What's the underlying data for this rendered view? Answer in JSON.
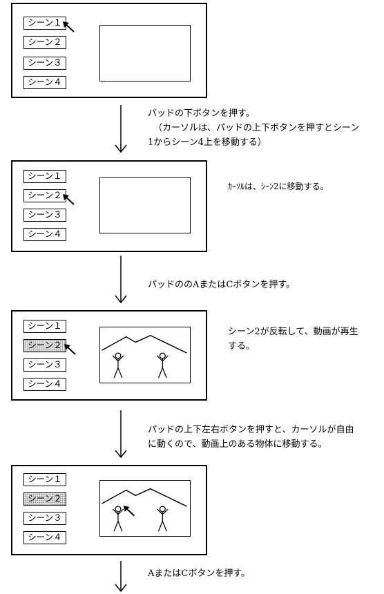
{
  "scene_buttons": [
    "シーン１",
    "シーン２",
    "シーン３",
    "シーン４"
  ],
  "steps": [
    {
      "note_lines": [
        "パッドの下ボタンを押す。",
        "（カーソルは、パッドの上下ボタンを押すとシーン",
        "1からシーン4上を移動する）"
      ]
    },
    {
      "note_lines": [
        "ｶｰｿﾙは、ｼｰﾝ2に移動する。"
      ]
    },
    {
      "note_lines": [
        "パッドののAまたはCボタンを押す。"
      ]
    },
    {
      "note_lines": [
        "シーン2が反転して、動画が再生",
        "する。"
      ]
    },
    {
      "note_lines": [
        "パッドの上下左右ボタンを押すと、カーソルが自由",
        "に動くので、動画上のある物体に移動する。"
      ]
    },
    {
      "note_lines": [
        "AまたはCボタンを押す。"
      ]
    }
  ],
  "panels": [
    {
      "highlighted_scene": null,
      "cursor_on": "scene-1",
      "video_playing": false
    },
    {
      "highlighted_scene": null,
      "cursor_on": "scene-2",
      "video_playing": false
    },
    {
      "highlighted_scene": "scene-2",
      "cursor_on": "scene-2",
      "video_playing": true
    },
    {
      "highlighted_scene": "scene-2",
      "cursor_on": "figure-left",
      "video_playing": true
    }
  ],
  "icons": {
    "cursor": "cursor-arrow-icon",
    "flow_arrow": "down-arrow-icon",
    "figure": "stick-figure-icon",
    "mountains": "mountain-outline"
  }
}
